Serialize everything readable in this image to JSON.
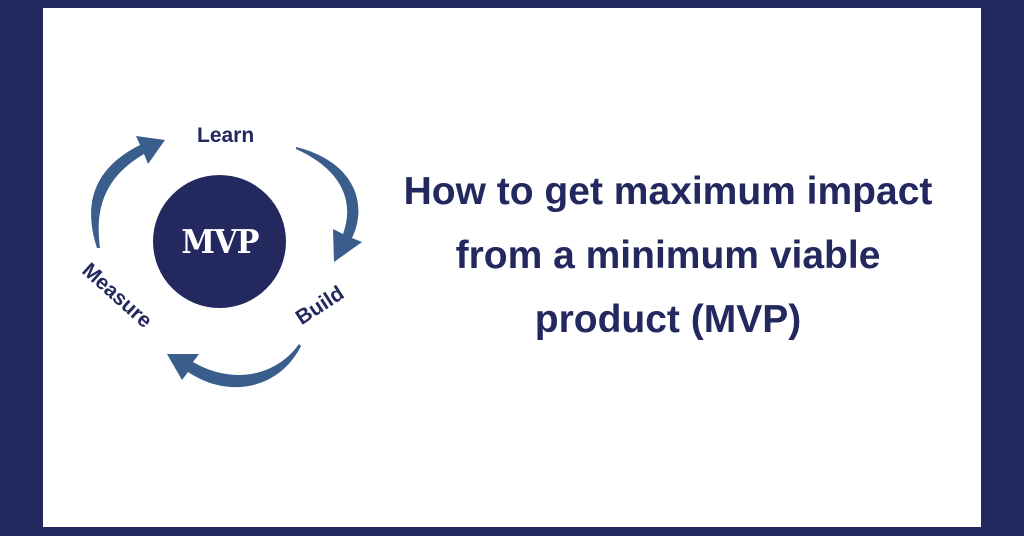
{
  "colors": {
    "frame": "#23285e",
    "panel": "#ffffff",
    "text_primary": "#23285e",
    "arrow": "#3a5e8c",
    "circle_fill": "#23285e",
    "circle_text": "#ffffff"
  },
  "diagram": {
    "center_label": "MVP",
    "stages": [
      {
        "label": "Learn"
      },
      {
        "label": "Build"
      },
      {
        "label": "Measure"
      }
    ],
    "arrows": [
      {
        "from": "Learn",
        "to": "Build",
        "icon": "curved-arrow-clockwise-icon"
      },
      {
        "from": "Build",
        "to": "Measure",
        "icon": "curved-arrow-clockwise-icon"
      },
      {
        "from": "Measure",
        "to": "Learn",
        "icon": "curved-arrow-clockwise-icon"
      }
    ]
  },
  "headline": {
    "lines": [
      "How to get maximum impact",
      "from a minimum viable",
      "product (MVP)"
    ]
  }
}
